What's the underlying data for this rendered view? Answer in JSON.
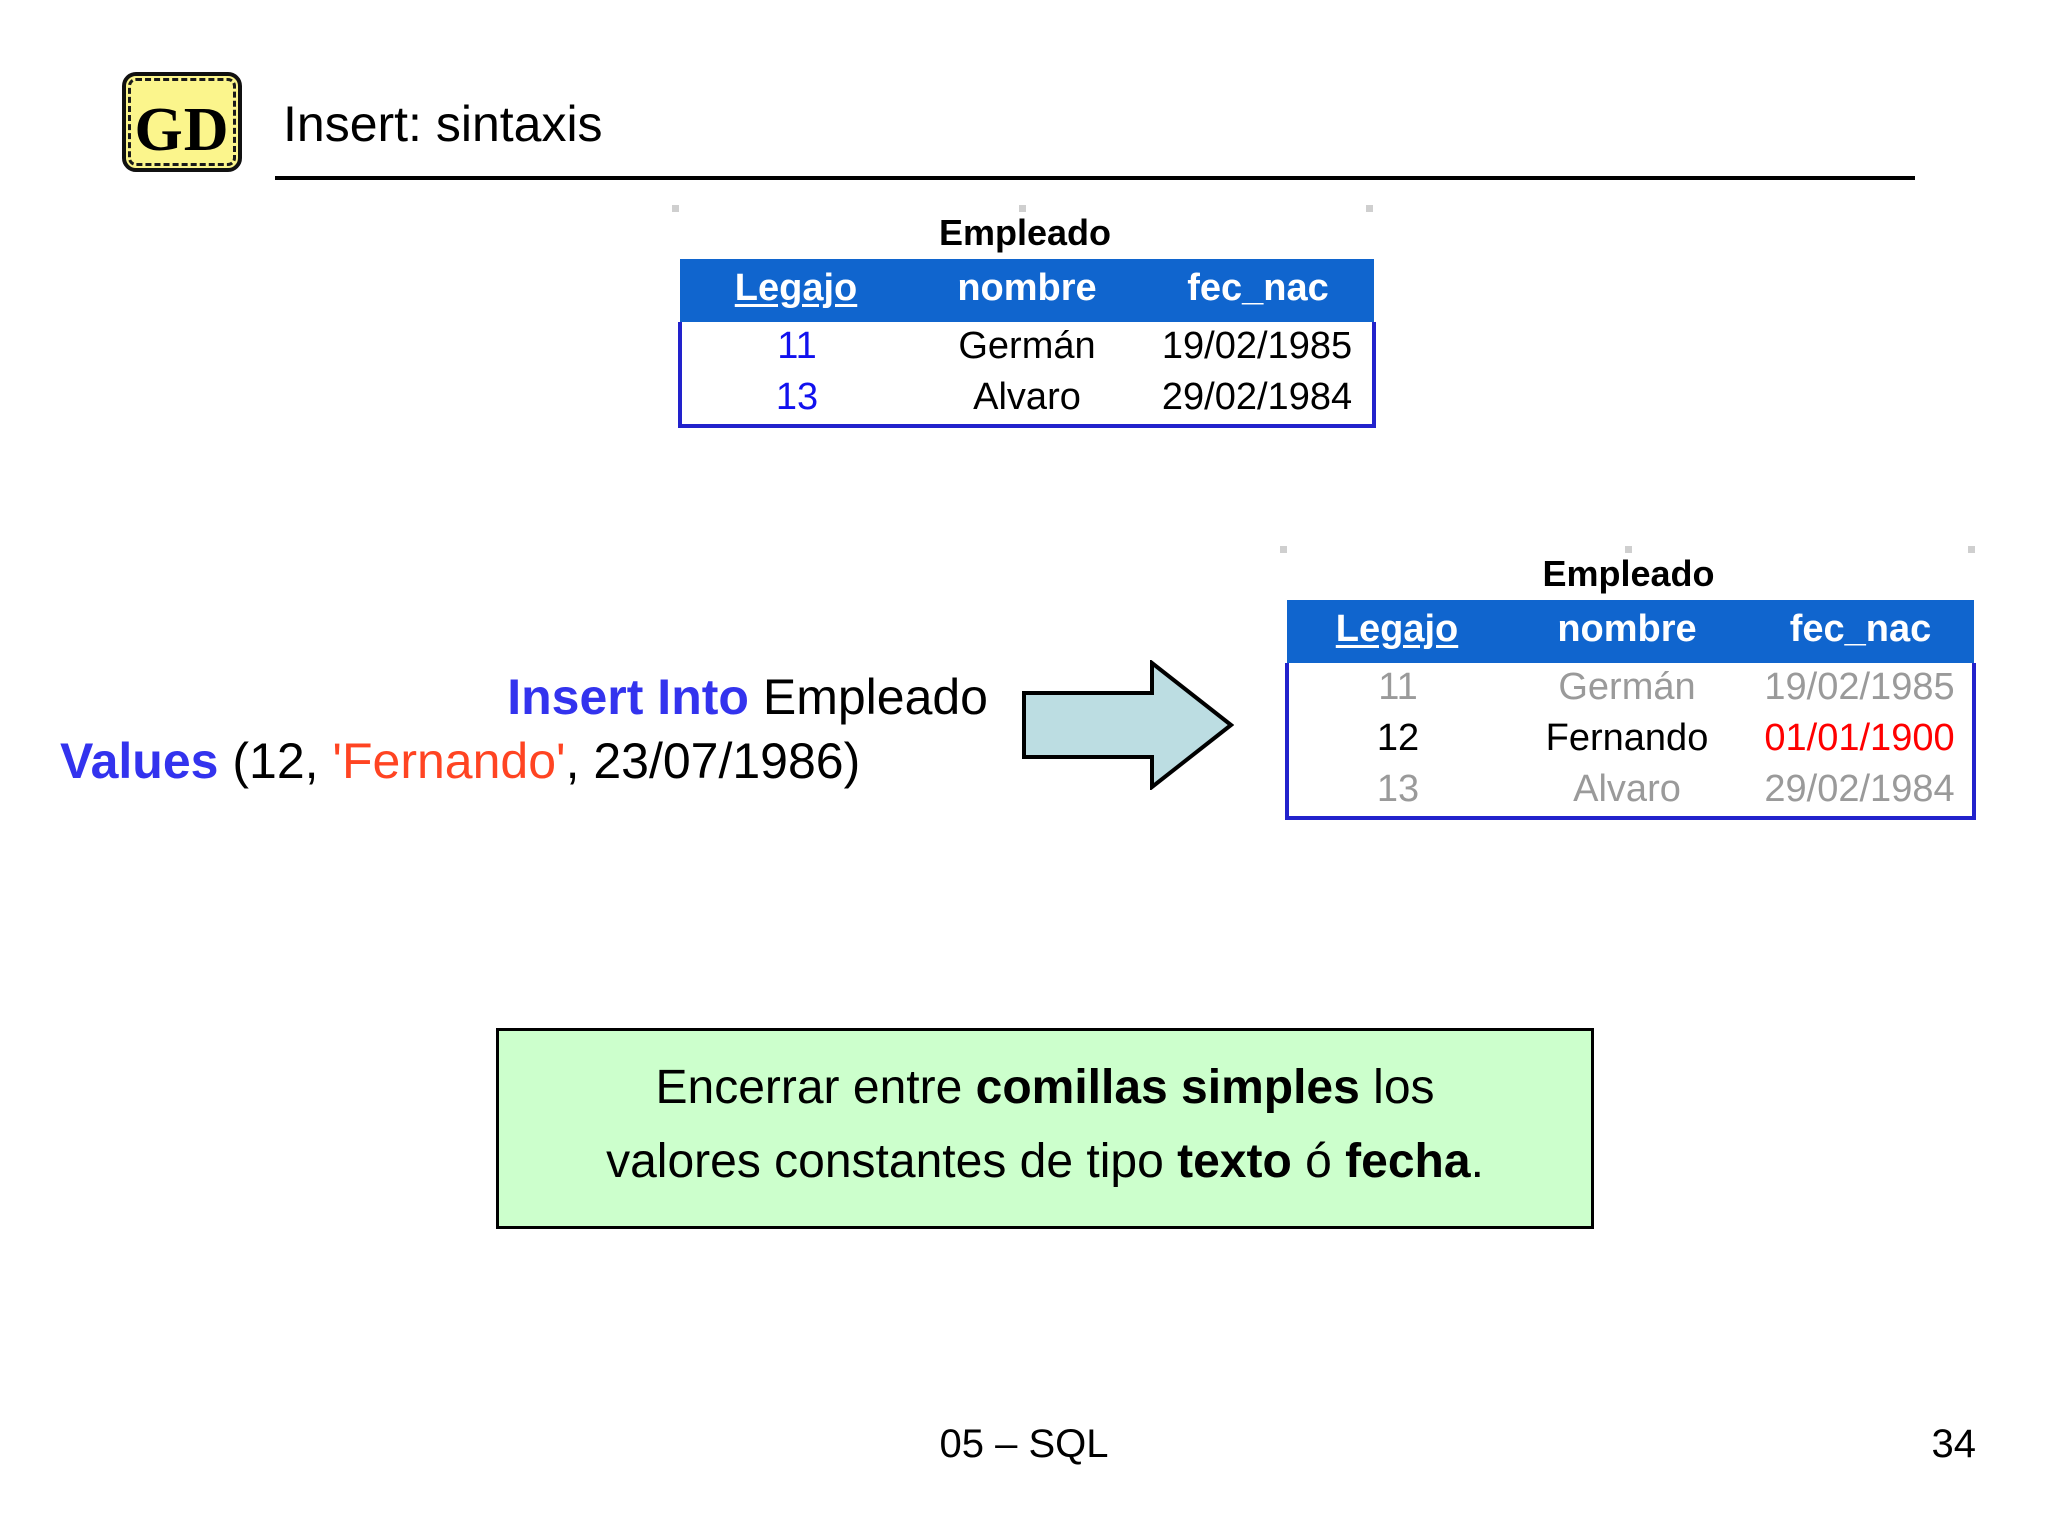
{
  "slide": {
    "logo_text": "GD",
    "title": "Insert: sintaxis"
  },
  "table_before": {
    "caption": "Empleado",
    "columns": [
      "Legajo",
      "nombre",
      "fec_nac"
    ],
    "rows": [
      {
        "legajo": "11",
        "nombre": "Germán",
        "fec_nac": "19/02/1985"
      },
      {
        "legajo": "13",
        "nombre": "Alvaro",
        "fec_nac": "29/02/1984"
      }
    ]
  },
  "table_after": {
    "caption": "Empleado",
    "columns": [
      "Legajo",
      "nombre",
      "fec_nac"
    ],
    "rows": [
      {
        "legajo": "11",
        "nombre": "Germán",
        "fec_nac": "19/02/1985"
      },
      {
        "legajo": "12",
        "nombre": "Fernando",
        "fec_nac": "01/01/1900"
      },
      {
        "legajo": "13",
        "nombre": "Alvaro",
        "fec_nac": "29/02/1984"
      }
    ]
  },
  "sql": {
    "line1_keyword": "Insert Into",
    "line1_rest": "Empleado",
    "line2_keyword": "Values",
    "line2_open": "(12, ",
    "line2_string": "'Fernando'",
    "line2_close": ", 23/07/1986)"
  },
  "note": {
    "line1_a": "Encerrar entre ",
    "line1_b": "comillas simples",
    "line1_c": " los",
    "line2_a": "valores constantes de tipo ",
    "line2_b": "texto",
    "line2_c": " ó ",
    "line2_d": "fecha",
    "line2_e": "."
  },
  "footer": {
    "center": "05 – SQL",
    "page": "34"
  },
  "colors": {
    "header_blue": "#1065CE",
    "table_border_blue": "#2222CC",
    "pk_value_blue": "#1111EE",
    "dim_gray": "#9A9A9A",
    "alert_red": "#FF0000",
    "keyword_blue": "#3333EE",
    "string_orange": "#FF4422",
    "note_green": "#CCFFCC",
    "arrow_fill": "#BCDDE2",
    "logo_yellow": "#FBF58C"
  }
}
